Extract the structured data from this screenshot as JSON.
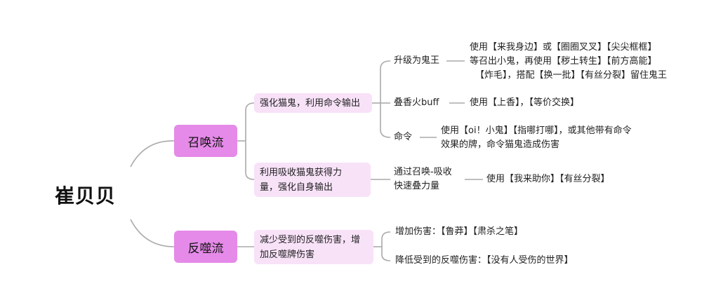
{
  "root": {
    "label": "崔贝贝"
  },
  "branches": [
    {
      "label": "召唤流",
      "children": [
        {
          "label": "强化猫鬼，利用命令输出",
          "children": [
            {
              "label": "升级为鬼王",
              "leaf": [
                "使用【来我身边】或【圈圈叉叉】【尖尖框框】",
                "等召出小鬼，再使用【秽土转生】【前方高能】",
                "【炸毛】，搭配【换一批】【有丝分裂】留住鬼王"
              ]
            },
            {
              "label": "叠香火buff",
              "leaf": [
                "使用【上香】，【等价交换】"
              ]
            },
            {
              "label": "命令",
              "leaf": [
                "使用【oi！小鬼】【指哪打哪】，或其他带有命令",
                "效果的牌，命令猫鬼造成伤害"
              ]
            }
          ]
        },
        {
          "label": [
            "利用吸收猫鬼获得力",
            "量，强化自身输出"
          ],
          "children": [
            {
              "label": [
                "通过召唤-吸收",
                "快速叠力量"
              ],
              "leaf": [
                "使用【我来助你】【有丝分裂】"
              ]
            }
          ]
        }
      ]
    },
    {
      "label": "反噬流",
      "children": [
        {
          "label": [
            "减少受到的反噬伤害，增",
            "加反噬牌伤害"
          ],
          "children": [
            {
              "label": "增加伤害：【鲁莽】【肃杀之笔】"
            },
            {
              "label": "降低受到的反噬伤害：【没有人受伤的世界】"
            }
          ]
        }
      ]
    }
  ]
}
